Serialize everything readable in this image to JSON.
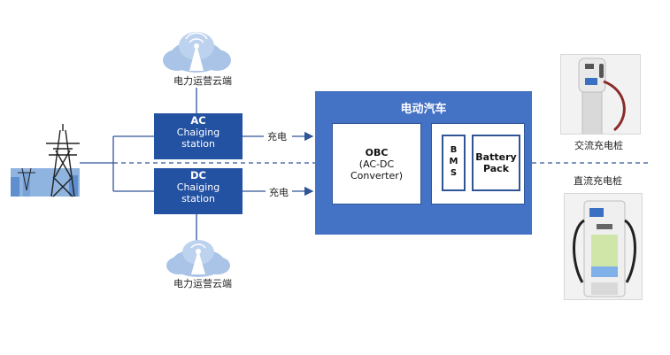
{
  "cloud_top": {
    "label": "电力运营云端"
  },
  "cloud_bottom": {
    "label": "电力运营云端"
  },
  "ac_station": {
    "line1": "AC",
    "line2": "Chaiging",
    "line3": "station"
  },
  "dc_station": {
    "line1": "DC",
    "line2": "Chaiging",
    "line3": "station"
  },
  "charge_labels": {
    "ac": "充电",
    "dc": "充电"
  },
  "ev": {
    "title": "电动汽车",
    "obc": {
      "line1": "OBC",
      "line2": "(AC-DC",
      "line3": "Converter)"
    },
    "bms": [
      "B",
      "M",
      "S"
    ],
    "battery": {
      "line1": "Battery",
      "line2": "Pack"
    }
  },
  "ac_pile": {
    "label": "交流充电桩"
  },
  "dc_pile": {
    "label": "直流充电桩"
  },
  "colors": {
    "dark_blue": "#2452a3",
    "ev_blue": "#4472c4",
    "line_blue": "#2f5597",
    "cloud_blue": "#a9c4e6"
  }
}
